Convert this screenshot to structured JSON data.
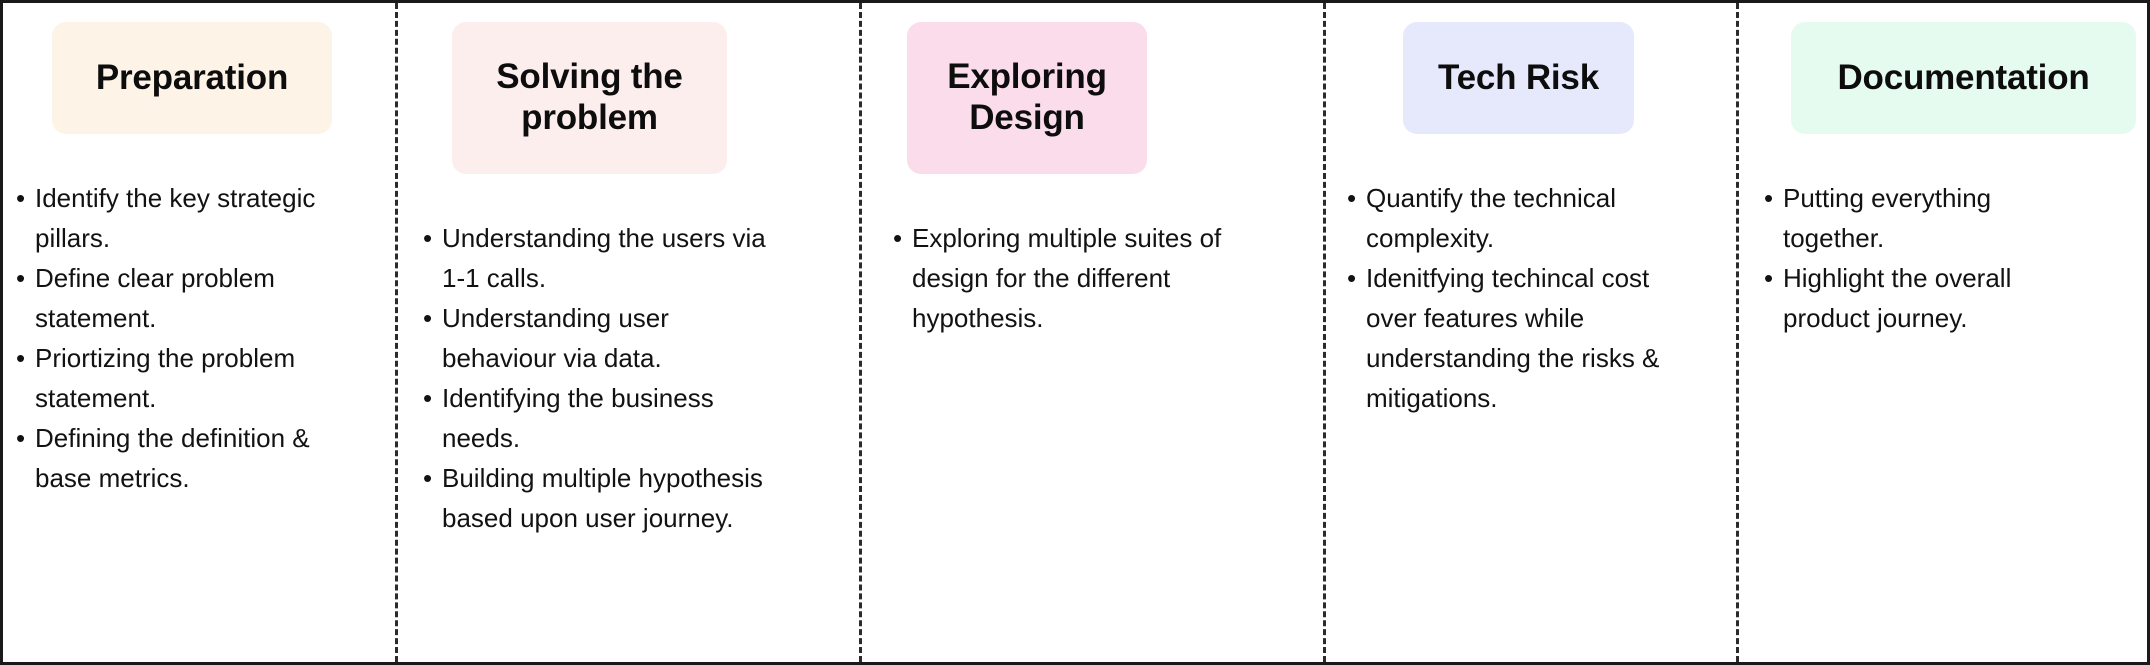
{
  "board": {
    "border_color": "#1a1a1a",
    "background": "#ffffff",
    "divider_color": "#2b2b2b",
    "divider_style": "dashed"
  },
  "columns": [
    {
      "id": "preparation",
      "title": "Preparation",
      "chip_color": "#FDF3E7",
      "bullet_char": "•",
      "bullets": [
        "Identify the key strategic pillars.",
        "Define clear problem statement.",
        "Priortizing the problem statement.",
        "Defining the definition & base metrics."
      ]
    },
    {
      "id": "solving-the-problem",
      "title": "Solving the\nproblem",
      "chip_color": "#FDEEEE",
      "bullet_char": "•",
      "bullets": [
        "Understanding the users via 1-1 calls.",
        "Understanding user behaviour via data.",
        "Identifying the business needs.",
        "Building multiple hypothesis based upon user journey."
      ]
    },
    {
      "id": "exploring-design",
      "title": "Exploring\nDesign",
      "chip_color": "#FBDCEB",
      "bullet_char": "•",
      "bullets": [
        "Exploring multiple suites of design for the different hypothesis."
      ]
    },
    {
      "id": "tech-risk",
      "title": "Tech Risk",
      "chip_color": "#E6E9FC",
      "bullet_char": "•",
      "bullets": [
        "Quantify the technical complexity.",
        "Idenitfying techincal cost over features while understanding the risks & mitigations."
      ]
    },
    {
      "id": "documentation",
      "title": "Documentation",
      "chip_color": "#E6FBF0",
      "bullet_char": "•",
      "bullets": [
        "Putting everything together.",
        "Highlight the overall product journey."
      ]
    }
  ]
}
